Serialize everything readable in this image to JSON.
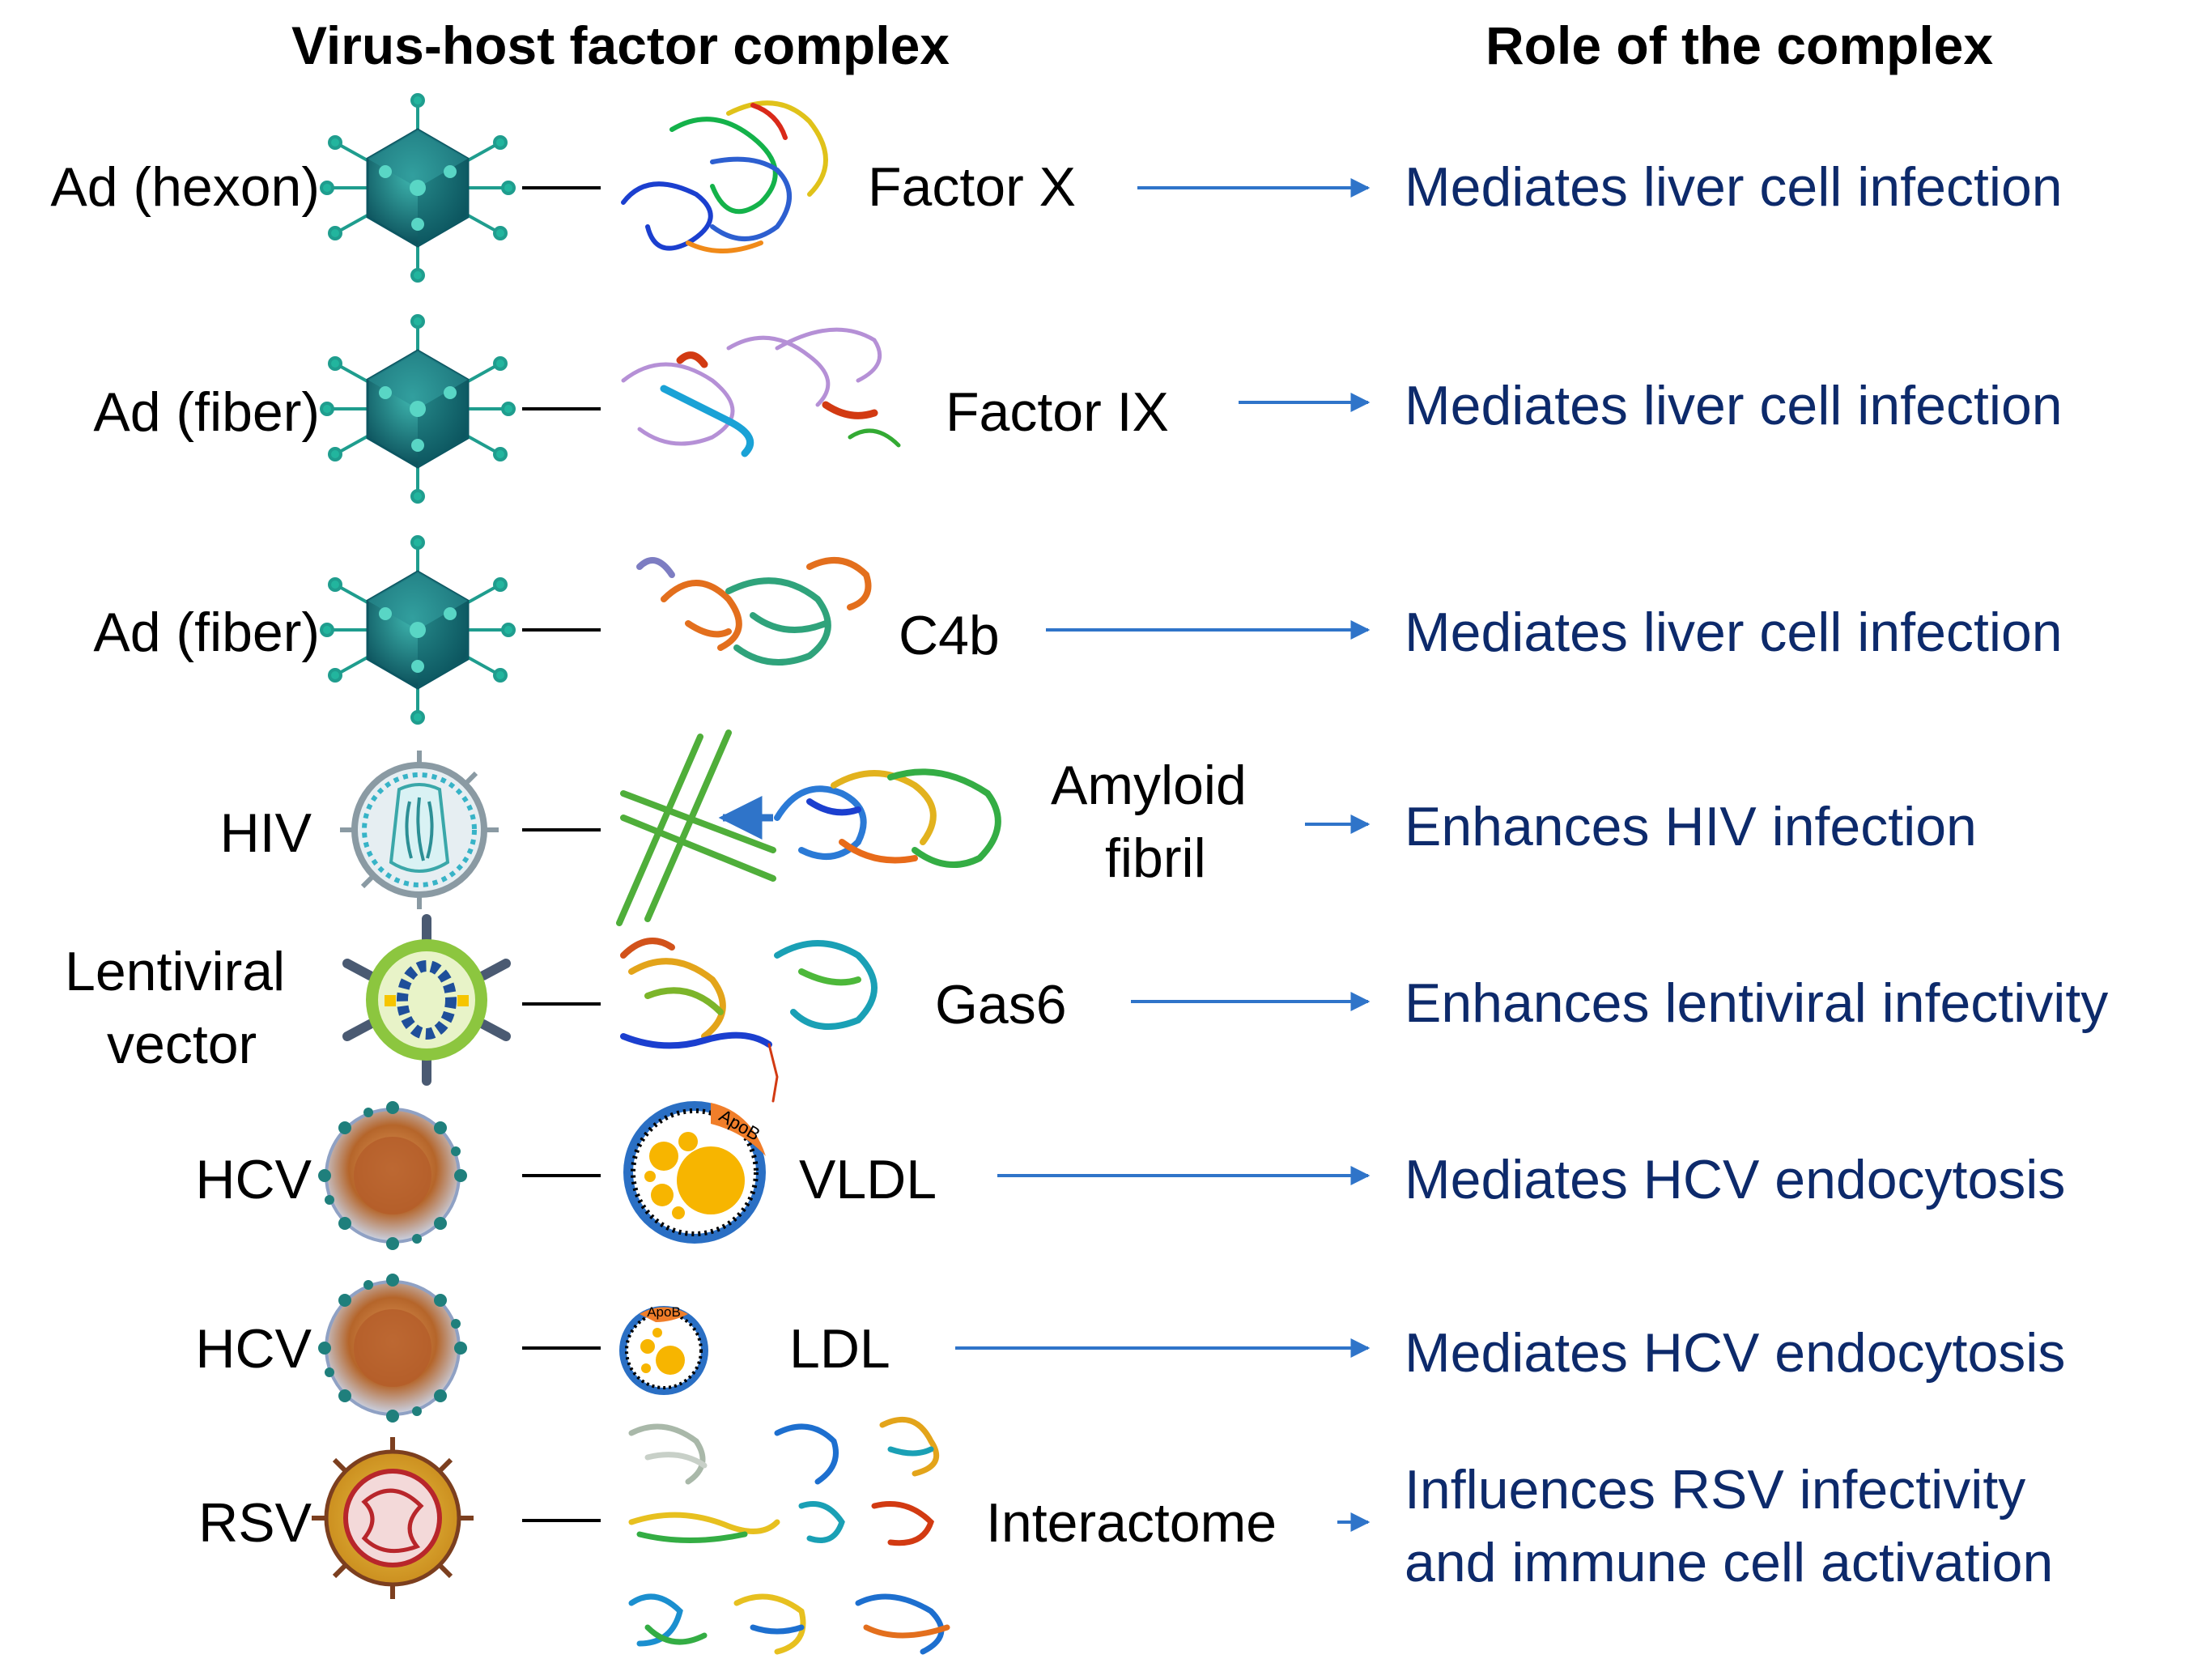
{
  "headers": {
    "complex": "Virus-host factor complex",
    "role": "Role of the complex"
  },
  "rows": [
    {
      "virus": "Ad (hexon)",
      "host": "Factor X",
      "role": "Mediates liver cell infection"
    },
    {
      "virus": "Ad (fiber)",
      "host": "Factor IX",
      "role": "Mediates liver cell infection"
    },
    {
      "virus": "Ad (fiber)",
      "host": "C4b",
      "role": "Mediates liver cell infection"
    },
    {
      "virus": "HIV",
      "host_line1": "Amyloid",
      "host_line2": "fibril",
      "role": "Enhances HIV infection"
    },
    {
      "virus_line1": "Lentiviral",
      "virus_line2": "vector",
      "host": "Gas6",
      "role": "Enhances lentiviral infectivity"
    },
    {
      "virus": "HCV",
      "host": "VLDL",
      "role": "Mediates HCV endocytosis",
      "particle_label": "ApoB"
    },
    {
      "virus": "HCV",
      "host": "LDL",
      "role": "Mediates HCV endocytosis",
      "particle_label": "ApoB"
    },
    {
      "virus": "RSV",
      "host": "Interactome",
      "role_line1": "Influences RSV infectivity",
      "role_line2": "and immune cell activation"
    }
  ],
  "colors": {
    "arrow": "#2f74c9",
    "role_text": "#0d2a6b",
    "adenovirus": "#1f8f8c",
    "apob": "#f07e2a",
    "lipid": "#f7b500",
    "membrane": "#2a6fc4"
  }
}
